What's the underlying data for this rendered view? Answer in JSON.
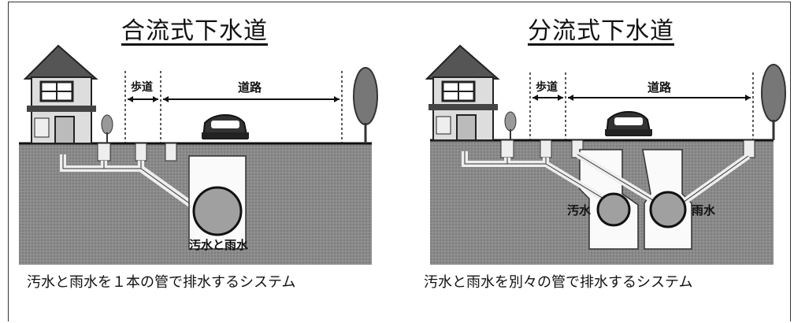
{
  "diagram": {
    "combined": {
      "title": "合流式下水道",
      "sidewalk_label": "歩道",
      "road_label": "道路",
      "pipe_label": "汚水と雨水",
      "caption": "汚水と雨水を１本の管で排水するシステム"
    },
    "separate": {
      "title": "分流式下水道",
      "sidewalk_label": "歩道",
      "road_label": "道路",
      "sewage_label": "汚水",
      "rain_label": "雨水",
      "caption": "汚水と雨水を別々の管で排水するシステム"
    }
  },
  "colors": {
    "ground": "#8c8c8c",
    "sky": "#ffffff",
    "pipe": "#9a9a9a",
    "line": "#222222"
  }
}
